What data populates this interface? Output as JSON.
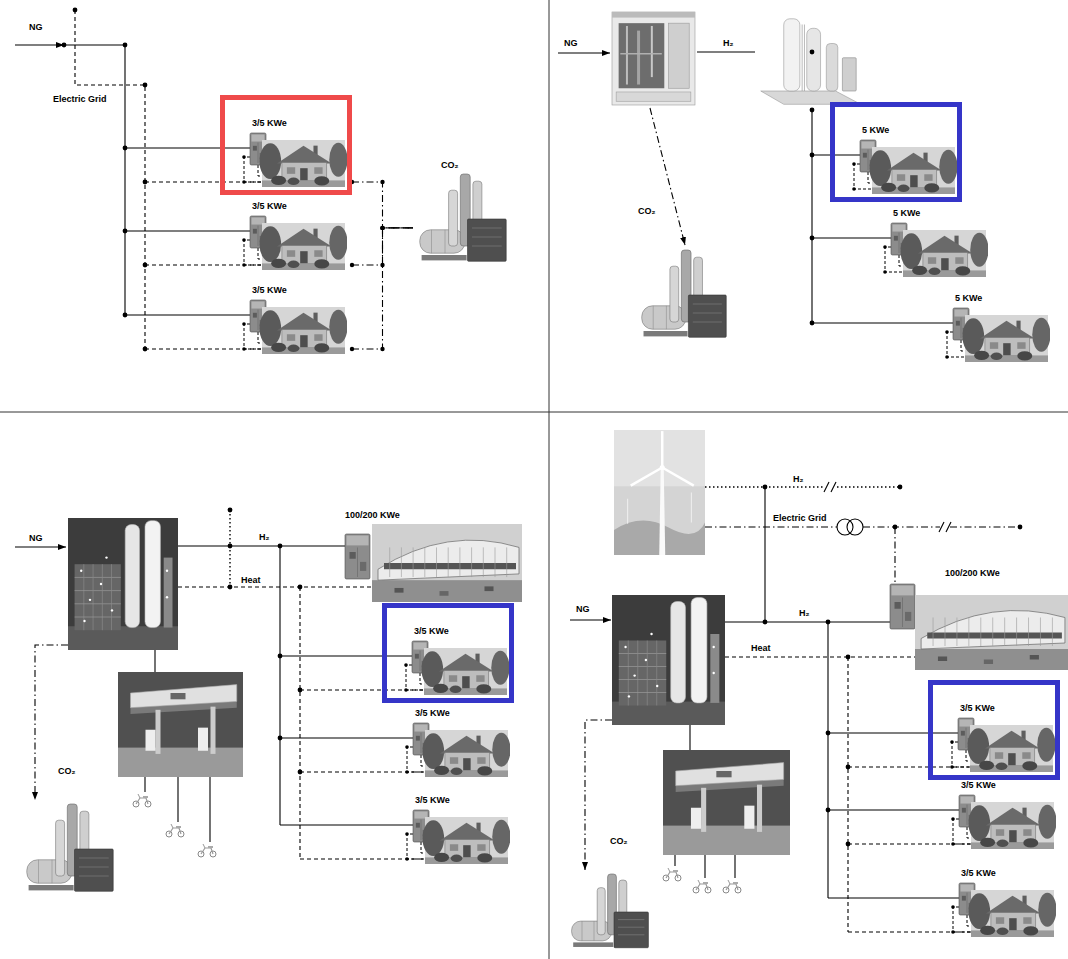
{
  "diagram": {
    "nodes": [
      {
        "text": [
          "3/5 KWe"
        ]
      },
      {
        "text": [
          "3/5 KWe"
        ]
      },
      {
        "text": [
          "3/5 KWe"
        ]
      },
      {
        "text": [
          "CO₂"
        ]
      },
      {
        "text": [
          "5 KWe"
        ]
      },
      {
        "text": [
          "5 KWe"
        ]
      },
      {
        "text": [
          "5 KWe"
        ]
      },
      {
        "text": [
          "CO₂"
        ]
      },
      {
        "text": [
          "100/200 KWe"
        ]
      },
      {
        "text": [
          "3/5 KWe"
        ]
      },
      {
        "text": [
          "3/5 KWe"
        ]
      },
      {
        "text": [
          "3/5 KWe"
        ]
      },
      {
        "text": [
          "CO₂"
        ]
      },
      {
        "text": [
          "100/200 KWe"
        ]
      },
      {
        "text": [
          "3/5 KWe"
        ]
      },
      {
        "text": [
          "3/5 KWe"
        ]
      },
      {
        "text": [
          "3/5 KWe"
        ]
      },
      {
        "text": [
          "CO₂"
        ]
      }
    ],
    "edges": [
      {
        "from": 0,
        "to": 3,
        "arrow": "none"
      },
      {
        "from": 1,
        "to": 3,
        "arrow": "none"
      },
      {
        "from": 2,
        "to": 3,
        "arrow": "none"
      }
    ],
    "labels": [
      "NG",
      "Electric Grid",
      "NG",
      "H₂",
      "NG",
      "H₂",
      "Heat",
      "H₂",
      "Electric Grid",
      "NG",
      "H₂",
      "Heat"
    ]
  }
}
